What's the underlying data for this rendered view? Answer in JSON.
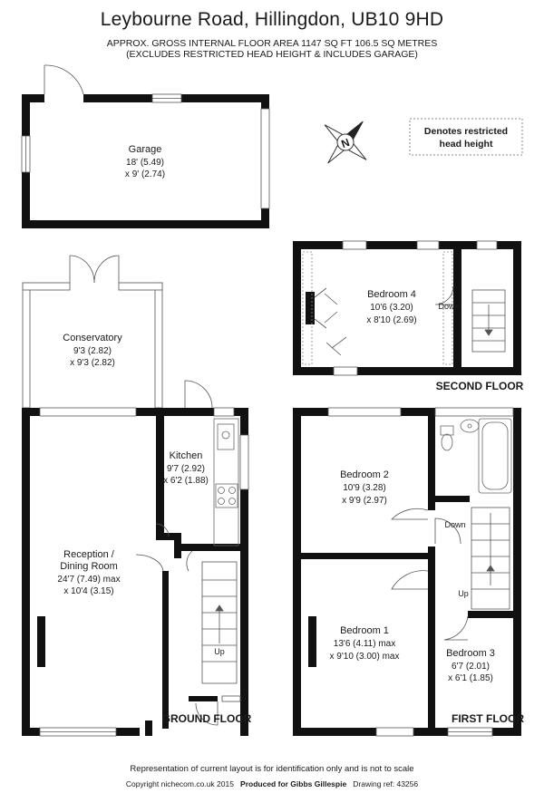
{
  "header": {
    "title": "Leybourne Road, Hillingdon, UB10 9HD",
    "area_line1": "APPROX. GROSS INTERNAL FLOOR AREA 1147 SQ FT 106.5 SQ METRES",
    "area_line2": "(EXCLUDES RESTRICTED HEAD HEIGHT & INCLUDES GARAGE)"
  },
  "legend": {
    "line1": "Denotes restricted",
    "line2": "head height"
  },
  "compass": {
    "letter": "N"
  },
  "garage": {
    "name": "Garage",
    "dim1": "18' (5.49)",
    "dim2": "x 9' (2.74)"
  },
  "conservatory": {
    "name": "Conservatory",
    "dim1": "9'3 (2.82)",
    "dim2": "x 9'3 (2.82)"
  },
  "kitchen": {
    "name": "Kitchen",
    "dim1": "9'7 (2.92)",
    "dim2": "x 6'2 (1.88)"
  },
  "reception": {
    "name1": "Reception /",
    "name2": "Dining Room",
    "dim1": "24'7 (7.49) max",
    "dim2": "x 10'4 (3.15)"
  },
  "bedroom1": {
    "name": "Bedroom 1",
    "dim1": "13'6 (4.11) max",
    "dim2": "x 9'10 (3.00) max"
  },
  "bedroom2": {
    "name": "Bedroom 2",
    "dim1": "10'9 (3.28)",
    "dim2": "x 9'9 (2.97)"
  },
  "bedroom3": {
    "name": "Bedroom 3",
    "dim1": "6'7 (2.01)",
    "dim2": "x 6'1 (1.85)"
  },
  "bedroom4": {
    "name": "Bedroom 4",
    "dim1": "10'6 (3.20)",
    "dim2": "x 8'10 (2.69)"
  },
  "stairs": {
    "up": "Up",
    "down": "Down"
  },
  "floors": {
    "ground": "GROUND FLOOR",
    "first": "FIRST FLOOR",
    "second": "SECOND FLOOR"
  },
  "footer": {
    "disclaimer": "Representation of current layout is for identification only and is not to scale",
    "copyright": "Copyright nichecom.co.uk 2015",
    "produced": "Produced for Gibbs Gillespie",
    "drawing_ref": "Drawing ref:  43256"
  }
}
